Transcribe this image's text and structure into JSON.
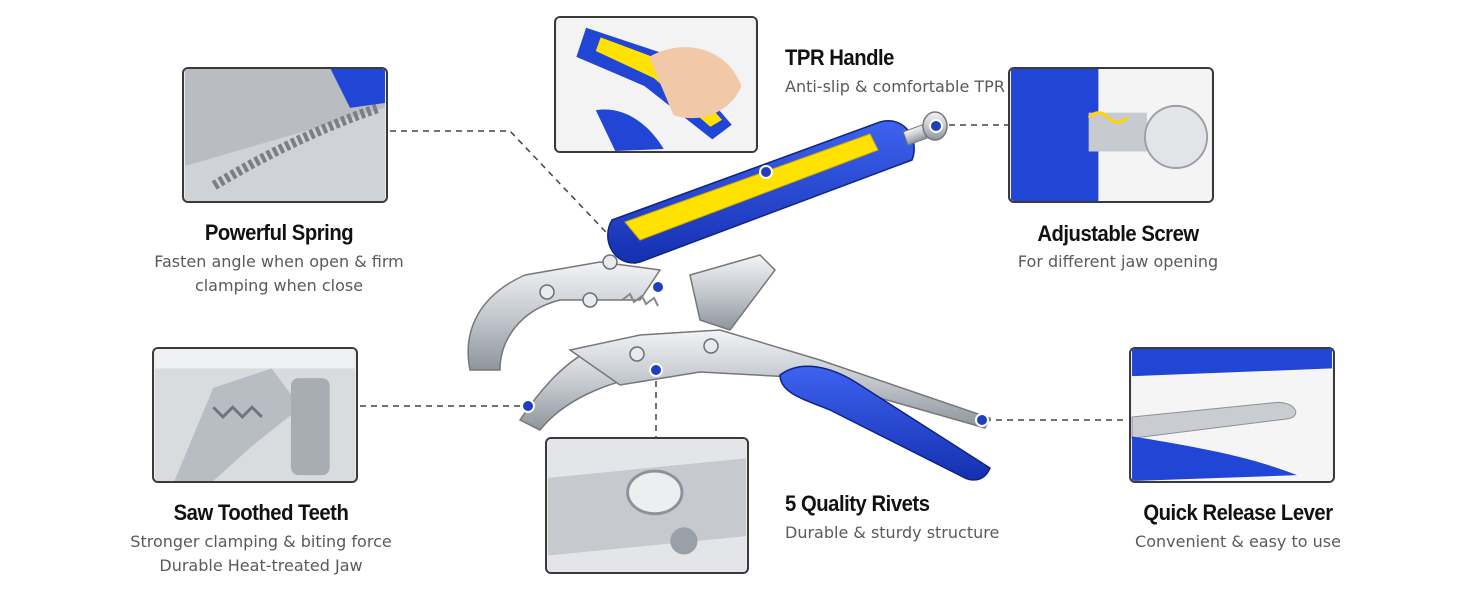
{
  "features": {
    "tpr_handle": {
      "title": "TPR Handle",
      "desc": "Anti-slip & comfortable TPR"
    },
    "powerful_spring": {
      "title": "Powerful Spring",
      "desc_line1": "Fasten angle when open & firm",
      "desc_line2": "clamping when close"
    },
    "adjustable_screw": {
      "title": "Adjustable Screw",
      "desc": "For different jaw opening"
    },
    "saw_teeth": {
      "title": "Saw Toothed Teeth",
      "desc_line1": "Stronger clamping & biting force",
      "desc_line2": "Durable Heat-treated Jaw"
    },
    "quality_rivets": {
      "title": "5 Quality Rivets",
      "desc": "Durable & sturdy structure"
    },
    "quick_release": {
      "title": "Quick Release Lever",
      "desc": "Convenient & easy to use"
    }
  },
  "colors": {
    "handle_blue": "#1f45d8",
    "handle_yellow": "#ffe200",
    "steel": "#cfd3d8",
    "callout_dot": "#1f3fbf"
  }
}
